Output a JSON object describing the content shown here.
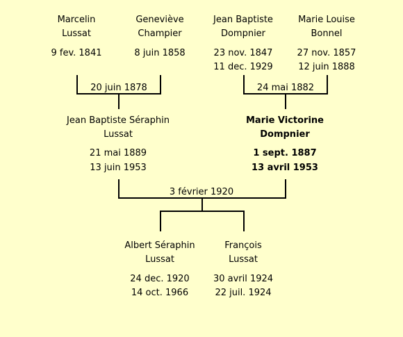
{
  "couples": [
    {
      "id": "c1",
      "date": "20 juin 1878",
      "a": {
        "first": "Marcelin",
        "last": "Lussat",
        "birth": "9 fev. 1841",
        "death": ""
      },
      "b": {
        "first": "Geneviève",
        "last": "Champier",
        "birth": "8 juin 1858",
        "death": ""
      }
    },
    {
      "id": "c2",
      "date": "24 mai 1882",
      "a": {
        "first": "Jean Baptiste",
        "last": "Dompnier",
        "birth": "23 nov. 1847",
        "death": "11 dec. 1929"
      },
      "b": {
        "first": "Marie Louise",
        "last": "Bonnel",
        "birth": "27 nov. 1857",
        "death": "12 juin 1888"
      }
    },
    {
      "id": "c3",
      "date": "3 février 1920",
      "a": {
        "first": "Jean Baptiste Séraphin",
        "last": "Lussat",
        "birth": "21 mai 1889",
        "death": "13 juin 1953"
      },
      "b": {
        "first": "Marie Victorine",
        "last": "Dompnier",
        "birth": "1 sept. 1887",
        "death": "13 avril 1953",
        "highlight": true
      }
    }
  ],
  "children": [
    {
      "first": "Albert Séraphin",
      "last": "Lussat",
      "birth": "24 dec. 1920",
      "death": "14 oct. 1966"
    },
    {
      "first": "François",
      "last": "Lussat",
      "birth": "30 avril 1924",
      "death": "22 juil. 1924"
    }
  ]
}
